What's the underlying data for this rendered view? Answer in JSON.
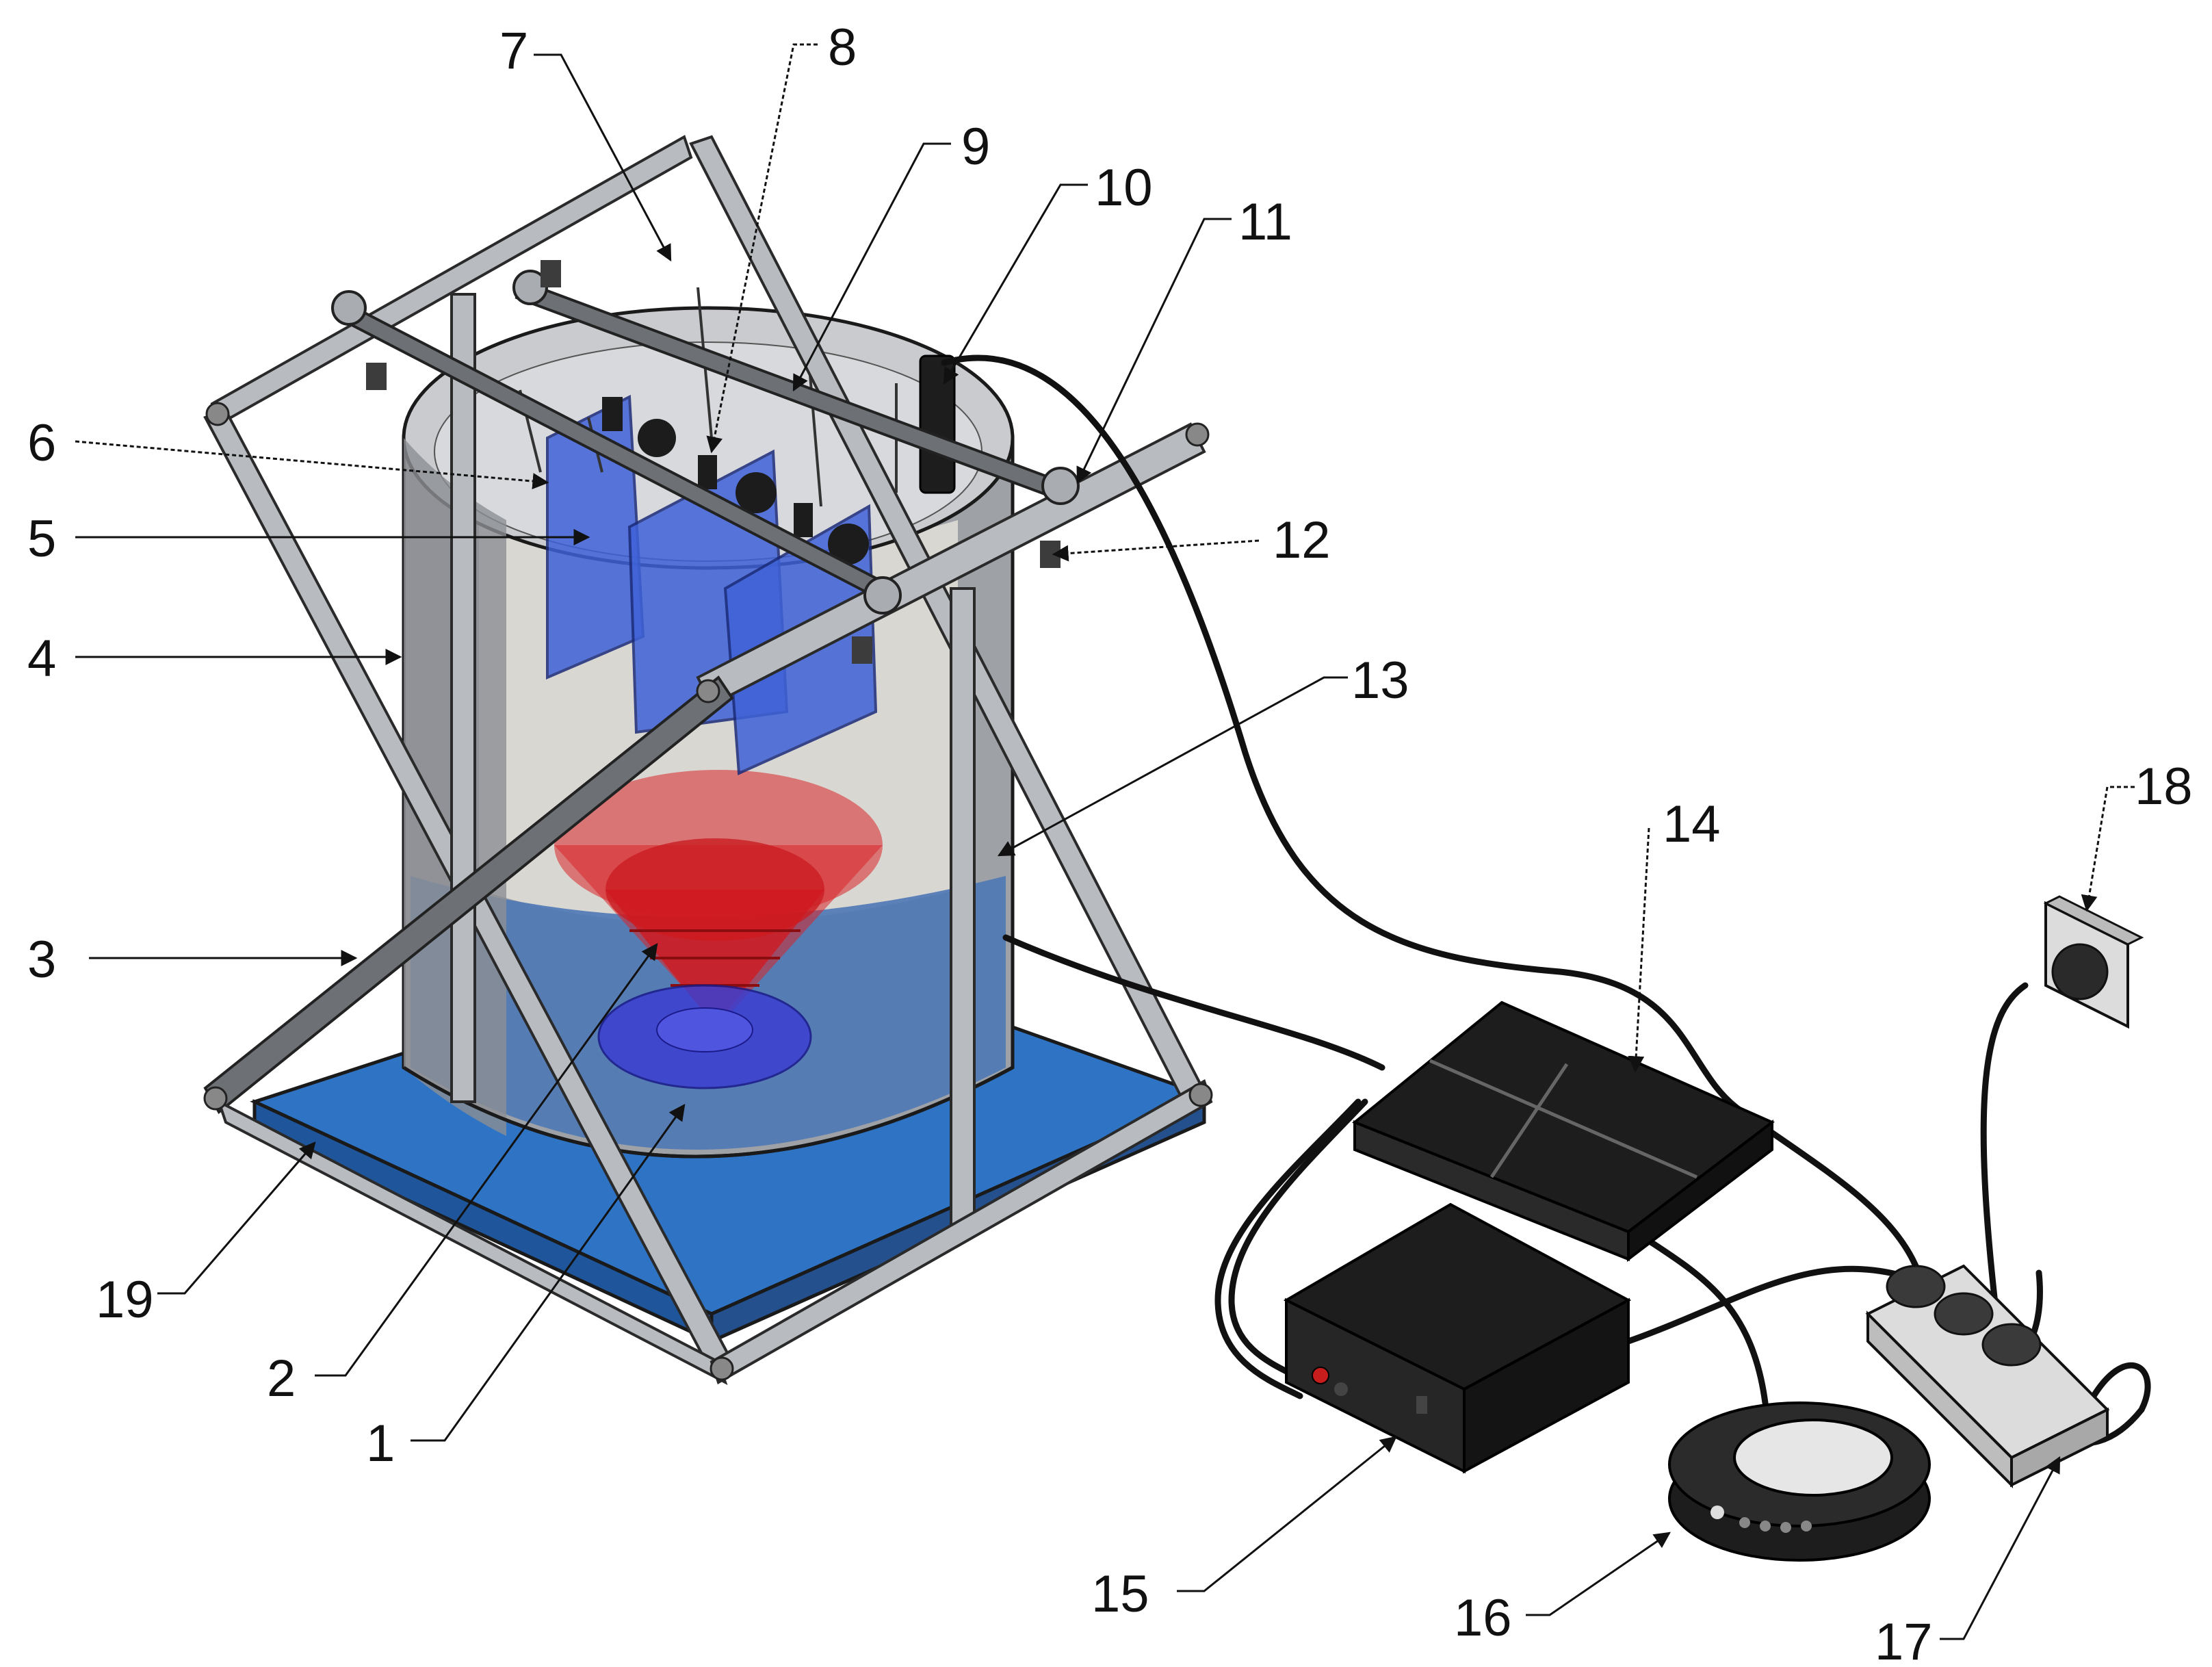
{
  "callouts": [
    {
      "id": "1",
      "text": "1"
    },
    {
      "id": "2",
      "text": "2"
    },
    {
      "id": "3",
      "text": "3"
    },
    {
      "id": "4",
      "text": "4"
    },
    {
      "id": "5",
      "text": "5"
    },
    {
      "id": "6",
      "text": "6"
    },
    {
      "id": "7",
      "text": "7"
    },
    {
      "id": "8",
      "text": "8"
    },
    {
      "id": "9",
      "text": "9"
    },
    {
      "id": "10",
      "text": "10"
    },
    {
      "id": "11",
      "text": "11"
    },
    {
      "id": "12",
      "text": "12"
    },
    {
      "id": "13",
      "text": "13"
    },
    {
      "id": "14",
      "text": "14"
    },
    {
      "id": "15",
      "text": "15"
    },
    {
      "id": "16",
      "text": "16"
    },
    {
      "id": "17",
      "text": "17"
    },
    {
      "id": "18",
      "text": "18"
    },
    {
      "id": "19",
      "text": "19"
    }
  ],
  "colors": {
    "base_plate": "#2f74c4",
    "tank_wall": "#a9acb1",
    "water": "#4e78b6",
    "red_cone": "#d8242a",
    "blue_disk": "#3b3fd1",
    "bags": "#3f62d8",
    "frame": "#b8bbc0",
    "devices": "#1d1d1d"
  }
}
